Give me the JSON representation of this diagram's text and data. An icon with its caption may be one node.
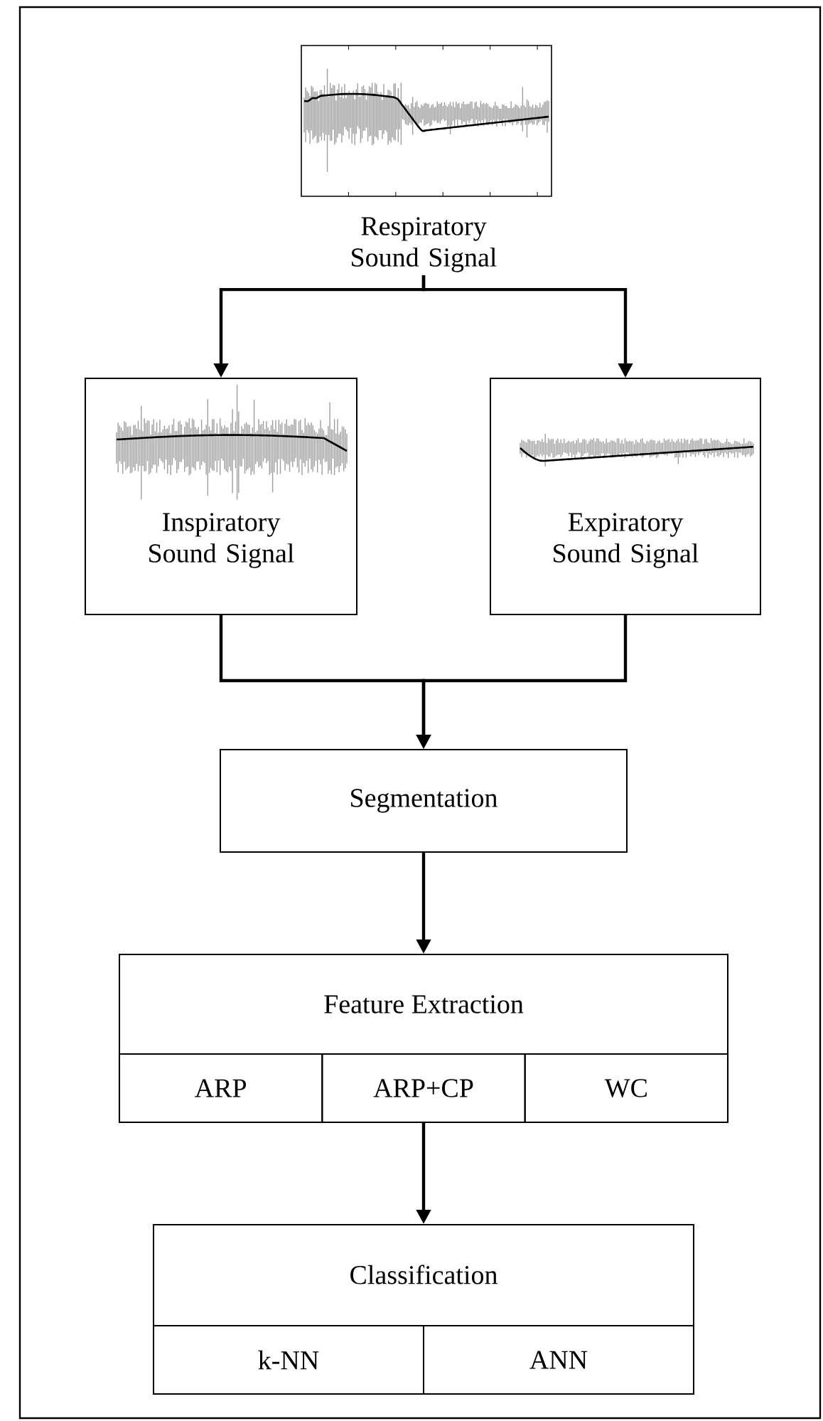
{
  "diagram": {
    "nodes": [
      {
        "text": [
          "Respiratory Sound Signal"
        ]
      },
      {
        "text": [
          "Inspiratory Sound Signal"
        ]
      },
      {
        "text": [
          "Expiratory Sound Signal"
        ]
      },
      {
        "text": [
          "Segmentation"
        ]
      },
      {
        "text": [
          "Feature Extraction"
        ]
      },
      {
        "text": [
          "ARP"
        ],
        "in": 4
      },
      {
        "text": [
          "ARP+CP"
        ],
        "in": 4
      },
      {
        "text": [
          "WC"
        ],
        "in": 4
      },
      {
        "text": [
          "Classification"
        ]
      },
      {
        "text": [
          "k-NN"
        ],
        "in": 8
      },
      {
        "text": [
          "ANN"
        ],
        "in": 8
      }
    ],
    "edges": [
      {
        "from": 0,
        "to": 1,
        "arrow": "to"
      },
      {
        "from": 0,
        "to": 2,
        "arrow": "to"
      },
      {
        "from": 1,
        "to": 3,
        "arrow": "to"
      },
      {
        "from": 2,
        "to": 3,
        "arrow": "to"
      },
      {
        "from": 3,
        "to": 4,
        "arrow": "to"
      },
      {
        "from": 4,
        "to": 8,
        "arrow": "to"
      }
    ]
  }
}
